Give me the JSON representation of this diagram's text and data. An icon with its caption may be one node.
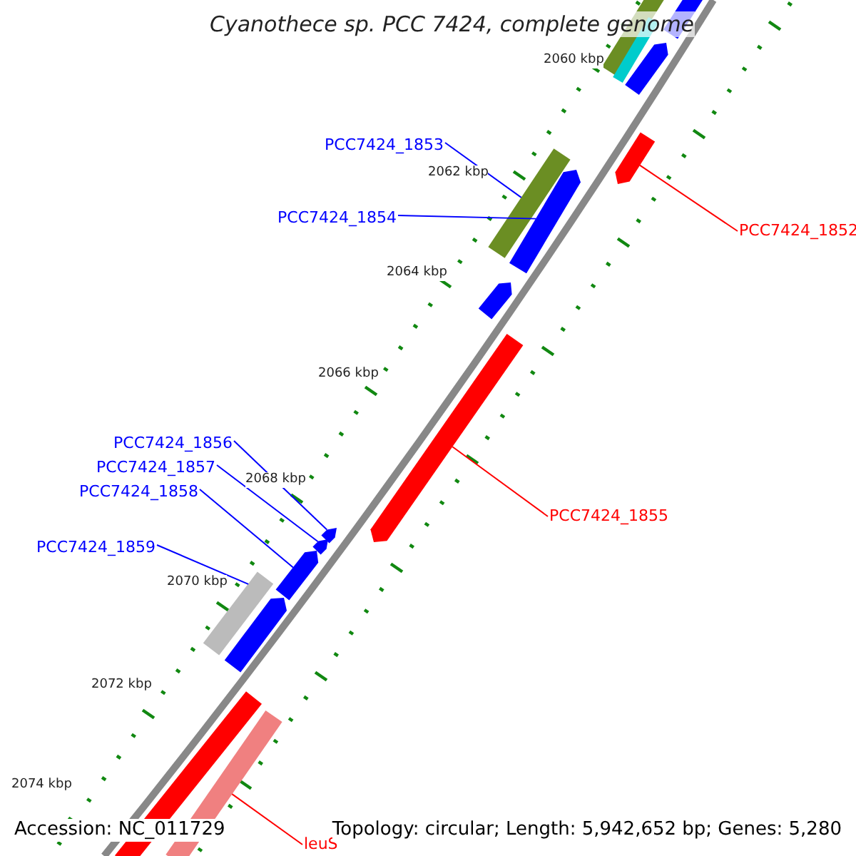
{
  "diagram": {
    "title": "Cyanothece sp. PCC 7424, complete genome",
    "nodes": [
      {
        "text": [
          "PCC7424_1853"
        ]
      },
      {
        "text": [],
        "shape": "bar"
      },
      {
        "text": [
          "PCC7424_1854"
        ]
      },
      {
        "text": [],
        "shape": "bar"
      },
      {
        "text": [
          "PCC7424_1852"
        ]
      },
      {
        "text": [],
        "shape": "bar"
      },
      {
        "text": [
          "PCC7424_1856"
        ]
      },
      {
        "text": [],
        "shape": "bar"
      },
      {
        "text": [
          "PCC7424_1857"
        ]
      },
      {
        "text": [],
        "shape": "bar"
      },
      {
        "text": [
          "PCC7424_1858"
        ]
      },
      {
        "text": [],
        "shape": "bar"
      },
      {
        "text": [
          "PCC7424_1855"
        ]
      },
      {
        "text": [],
        "shape": "bar"
      },
      {
        "text": [
          "PCC7424_1859"
        ]
      },
      {
        "text": [],
        "shape": "bar"
      },
      {
        "text": [
          "leuS"
        ]
      },
      {
        "text": [],
        "shape": "bar"
      },
      {
        "text": [],
        "shape": "bar"
      },
      {
        "text": [],
        "shape": "bar"
      },
      {
        "text": [],
        "shape": "bar"
      },
      {
        "text": [],
        "shape": "bar"
      },
      {
        "text": [],
        "shape": "bar"
      },
      {
        "text": [],
        "shape": "bar"
      },
      {
        "text": [],
        "shape": "bar"
      }
    ],
    "edges": [
      {
        "from": 0,
        "to": 1,
        "arrow": "none"
      },
      {
        "from": 2,
        "to": 3,
        "arrow": "none"
      },
      {
        "from": 4,
        "to": 5,
        "arrow": "none",
        "color": "#ff0000"
      },
      {
        "from": 6,
        "to": 7,
        "arrow": "none"
      },
      {
        "from": 8,
        "to": 9,
        "arrow": "none"
      },
      {
        "from": 10,
        "to": 11,
        "arrow": "none"
      },
      {
        "from": 12,
        "to": 13,
        "arrow": "none",
        "color": "#ff0000"
      },
      {
        "from": 14,
        "to": 15,
        "arrow": "none"
      },
      {
        "from": 16,
        "to": 17,
        "arrow": "none",
        "color": "#ff0000"
      }
    ],
    "labels": [
      "2060 kbp",
      "2062 kbp",
      "2064 kbp",
      "2066 kbp",
      "2068 kbp",
      "2070 kbp",
      "2072 kbp",
      "2074 kbp",
      "Accession: NC_011729",
      "Topology: circular; Length: 5,942,652 bp; Genes: 5,280"
    ]
  }
}
